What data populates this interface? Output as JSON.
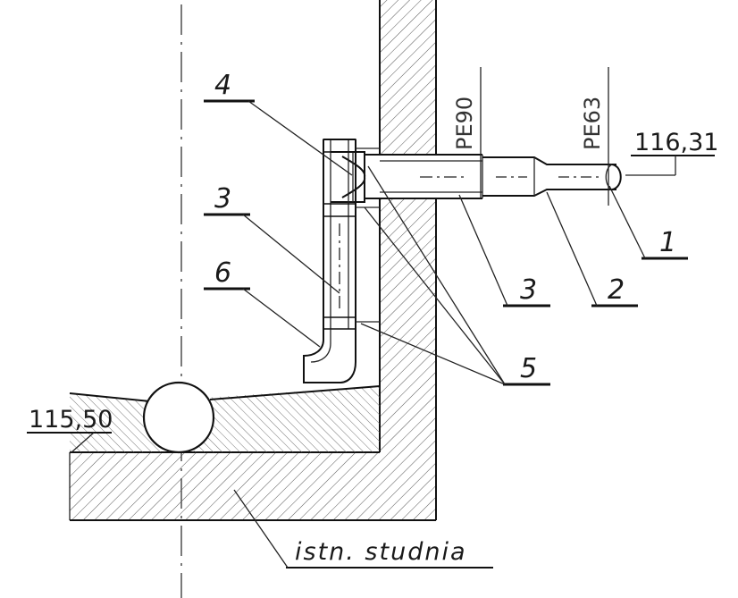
{
  "labels": {
    "item_1": "1",
    "item_2": "2",
    "item_3_left": "3",
    "item_3_right": "3",
    "item_4": "4",
    "item_5": "5",
    "item_6": "6",
    "pipe_pe90": "PE90",
    "pipe_pe63": "PE63",
    "elevation_top": "116,31",
    "elevation_bottom": "115,50",
    "well_note": "istn. studnia"
  },
  "colors": {
    "line": "#111111",
    "hatch": "#555555",
    "background": "#ffffff"
  }
}
